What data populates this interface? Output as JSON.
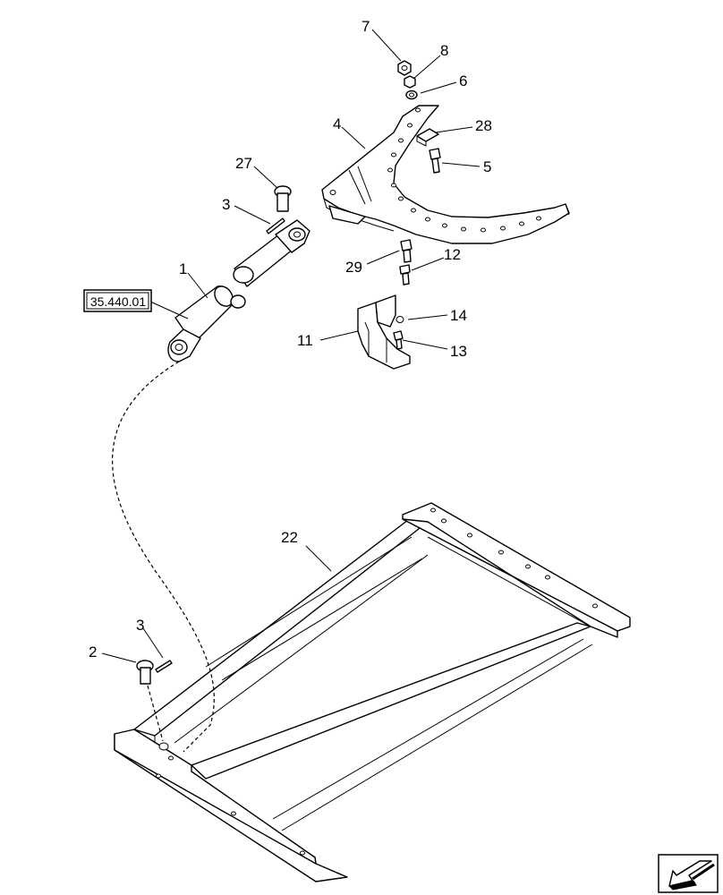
{
  "reference_box": "35.440.01",
  "callouts": {
    "c7": "7",
    "c8": "8",
    "c6": "6",
    "c4": "4",
    "c28": "28",
    "c5": "5",
    "c27": "27",
    "c3a": "3",
    "c1": "1",
    "c29": "29",
    "c12": "12",
    "c14": "14",
    "c11": "11",
    "c13": "13",
    "c22": "22",
    "c3b": "3",
    "c2": "2"
  },
  "nav_icon": "arrow-down-left-icon"
}
